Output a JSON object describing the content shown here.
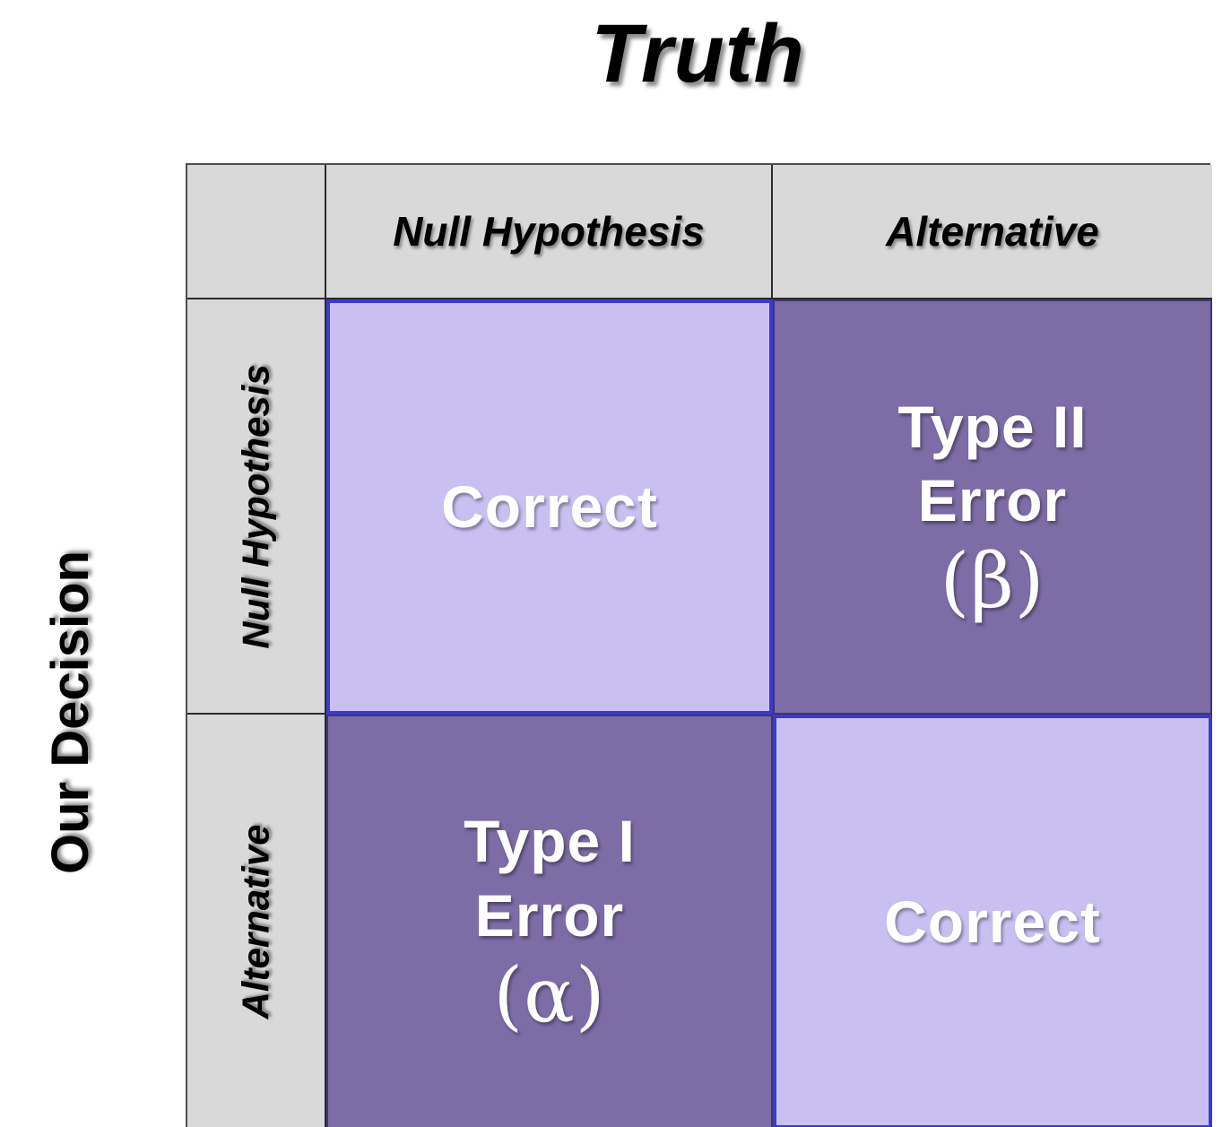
{
  "title": "Truth",
  "left_axis_label": "Our Decision",
  "column_headers": [
    "Null Hypothesis",
    "Alternative"
  ],
  "row_headers": [
    "Null Hypothesis",
    "Alternative"
  ],
  "cells": {
    "top_left": {
      "text": "Correct"
    },
    "top_right": {
      "line1": "Type II",
      "line2": "Error",
      "symbol": "(β)"
    },
    "bottom_left": {
      "line1": "Type I",
      "line2": "Error",
      "symbol": "(α)"
    },
    "bottom_right": {
      "text": "Correct"
    }
  },
  "colors": {
    "correct_cell_bg": "#c9c0f1",
    "error_cell_bg": "#7d6ca5",
    "header_bg": "#d9d9d9",
    "correct_cell_border": "#3a3ace",
    "cell_text": "#ffffff",
    "header_text": "#000000",
    "background": "#ffffff"
  }
}
